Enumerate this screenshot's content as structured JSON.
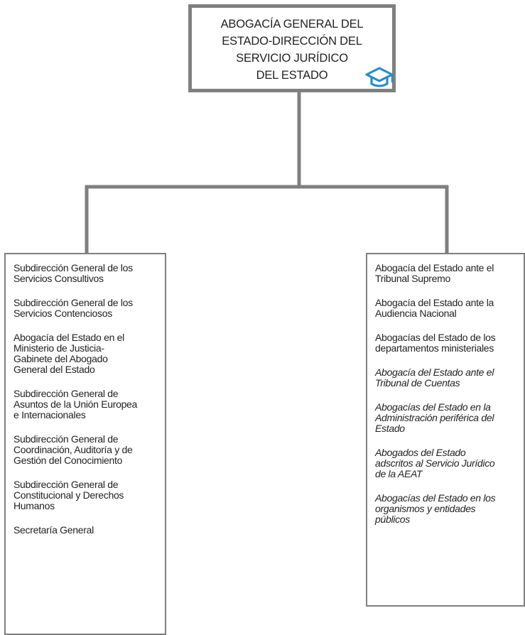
{
  "top_box": {
    "lines": [
      "ABOGACÍA GENERAL DEL",
      "ESTADO-DIRECCIÓN DEL",
      "SERVICIO JURÍDICO",
      "DEL ESTADO"
    ],
    "icon": "graduation-cap-icon",
    "icon_color": "#2b8cc4"
  },
  "left_box": {
    "items": [
      {
        "lines": [
          "Subdirección General de los",
          "Servicios Consultivos"
        ]
      },
      {
        "lines": [
          "Subdirección General de los",
          "Servicios Contenciosos"
        ]
      },
      {
        "lines": [
          "Abogacía del Estado en el",
          "Ministerio de Justicia-",
          "Gabinete del Abogado",
          "General del Estado"
        ]
      },
      {
        "lines": [
          "Subdirección General de",
          "Asuntos de la Unión Europea",
          "e Internacionales"
        ]
      },
      {
        "lines": [
          "Subdirección General  de",
          "Coordinación, Auditoría y de",
          "Gestión del Conocimiento"
        ]
      },
      {
        "lines": [
          "Subdirección General de",
          "Constitucional y Derechos",
          "Humanos"
        ]
      },
      {
        "lines": [
          "Secretaría General"
        ]
      }
    ]
  },
  "right_box": {
    "items": [
      {
        "lines": [
          "Abogacía del Estado ante el",
          "Tribunal Supremo"
        ],
        "italic": false
      },
      {
        "lines": [
          "Abogacía del Estado ante la",
          "Audiencia Nacional"
        ],
        "italic": false
      },
      {
        "lines": [
          "Abogacías del Estado de los",
          "departamentos ministeriales"
        ],
        "italic": false
      },
      {
        "lines": [
          "Abogacía del Estado ante el",
          "Tribunal de Cuentas"
        ],
        "italic": true
      },
      {
        "lines": [
          "Abogacías del Estado en la",
          "Administración periférica del",
          "Estado"
        ],
        "italic": true
      },
      {
        "lines": [
          "Abogados del Estado",
          "adscritos al Servicio Jurídico",
          "de la AEAT"
        ],
        "italic": true
      },
      {
        "lines": [
          "Abogacías del Estado en los",
          "organismos y entidades",
          "públicos"
        ],
        "italic": true
      }
    ]
  },
  "colors": {
    "border": "#7f7f7f",
    "connector": "#7f7f7f",
    "text": "#222222"
  }
}
